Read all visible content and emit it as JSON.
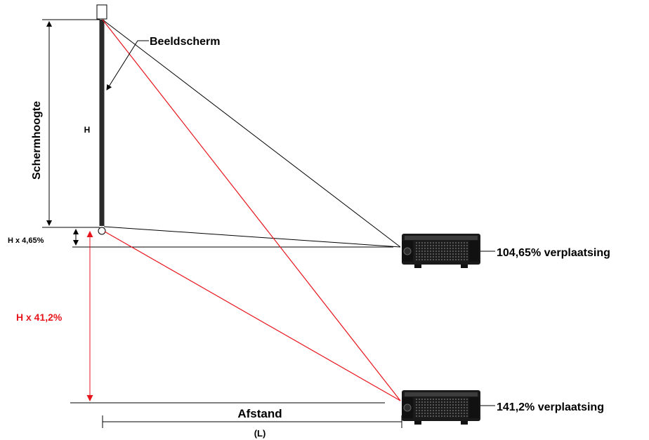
{
  "labels": {
    "screen": "Beeldscherm",
    "screen_height": "Schermhoogte",
    "height_symbol": "H",
    "offset_small": "H x 4,65%",
    "offset_large": "H x 41,2%",
    "distance": "Afstand",
    "distance_symbol": "(L)"
  },
  "projectors": [
    {
      "label": "104,65% verplaatsing"
    },
    {
      "label": "141,2% verplaatsing"
    }
  ],
  "colors": {
    "black": "#000000",
    "red": "#e8141c",
    "screen": "#2a2a2a",
    "projector_body": "#1a1a1a"
  }
}
